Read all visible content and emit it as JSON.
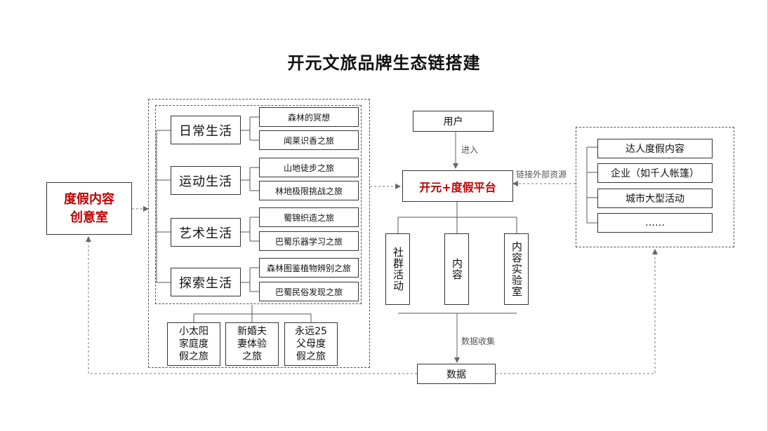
{
  "title": "开元文旅品牌生态链搭建",
  "ideas_room": "度假内容\n创意室",
  "categories": [
    {
      "label": "日常生活",
      "items": [
        "森林的冥想",
        "闻莱识香之旅"
      ]
    },
    {
      "label": "运动生活",
      "items": [
        "山地徒步之旅",
        "林地极限挑战之旅"
      ]
    },
    {
      "label": "艺术生活",
      "items": [
        "蜀锦织造之旅",
        "巴蜀乐器学习之旅"
      ]
    },
    {
      "label": "探索生活",
      "items": [
        "森林图鉴植物辨别之旅",
        "巴蜀民俗发现之旅"
      ]
    }
  ],
  "family_trips": [
    "小太阳\n家庭度\n假之旅",
    "新婚夫\n妻体验\n之旅",
    "永远25\n父母度\n假之旅"
  ],
  "user": "用户",
  "enter_label": "进入",
  "platform": "开元+度假平台",
  "external_label": "链接外部资源",
  "modules": [
    "社群活动",
    "内容",
    "内容实验室"
  ],
  "collect_label": "数据收集",
  "data": "数据",
  "resources": [
    "达人度假内容",
    "企业（如千人帐篷）",
    "城市大型活动",
    "……"
  ]
}
